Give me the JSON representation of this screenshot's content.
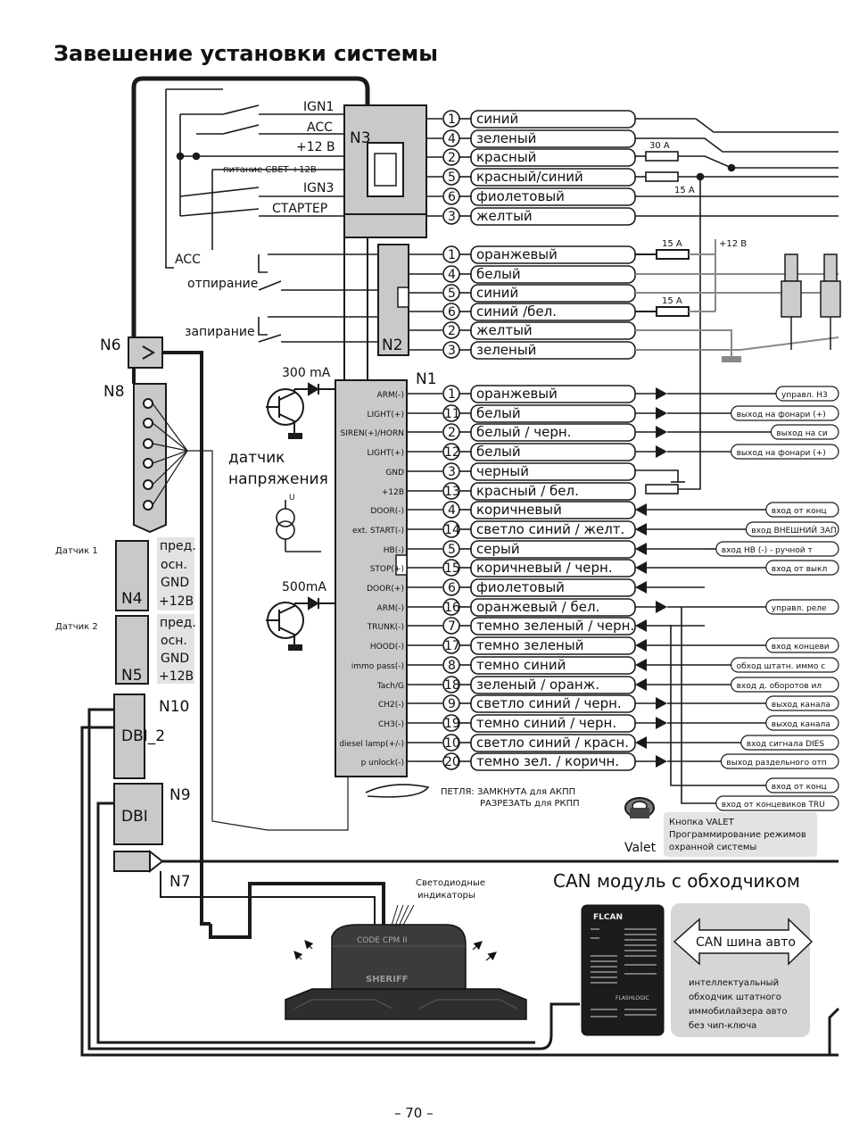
{
  "title": "Завешение установки системы",
  "page_number": "– 70 –",
  "colors": {
    "gray_box": "#c9c9c9",
    "dark": "#1a1a1a",
    "light_gray": "#e3e3e3"
  },
  "n3": {
    "name": "N3",
    "left_labels": [
      "IGN1",
      "ACC",
      "+12 B",
      "питание СВЕТ +12В",
      "IGN3",
      "СТАРТЕР"
    ],
    "pins": [
      "1",
      "4",
      "2",
      "5",
      "6",
      "3"
    ],
    "wires": [
      "синий",
      "зеленый",
      "красный",
      "красный/синий",
      "фиолетовый",
      "желтый"
    ],
    "fuse_30": "30 A",
    "fuse_15": "15 A"
  },
  "n2": {
    "name": "N2",
    "left_labels": [
      "ACC",
      "отпирание",
      "запирание"
    ],
    "pins": [
      "1",
      "4",
      "5",
      "6",
      "2",
      "3"
    ],
    "wires": [
      "оранжевый",
      "белый",
      "синий",
      "синий /бел.",
      "желтый",
      "зеленый"
    ],
    "fuse_a": "15 A",
    "fuse_b": "15 A",
    "plus12": "+12 B"
  },
  "n1": {
    "name": "N1",
    "current_300": "300 mA",
    "current_500": "500mA",
    "sensor_label_1": "датчик",
    "sensor_label_2": "напряжения",
    "sensor_u": "U",
    "rows": [
      {
        "pin_label": "ARM(-)",
        "pin": "1",
        "wire": "оранжевый",
        "right": "управл. Н3"
      },
      {
        "pin_label": "LIGHT(+)",
        "pin": "11",
        "wire": "белый",
        "right": "выход на фонари (+)"
      },
      {
        "pin_label": "SIREN(+)/HORN",
        "pin": "2",
        "wire": "белый / черн.",
        "right": "выход на си"
      },
      {
        "pin_label": "LIGHT(+)",
        "pin": "12",
        "wire": "белый",
        "right": "выход на фонари (+)"
      },
      {
        "pin_label": "GND",
        "pin": "3",
        "wire": "черный",
        "right": ""
      },
      {
        "pin_label": "+12B",
        "pin": "13",
        "wire": "красный / бел.",
        "right": ""
      },
      {
        "pin_label": "DOOR(-)",
        "pin": "4",
        "wire": "коричневый",
        "right": "вход от конц"
      },
      {
        "pin_label": "ext. START(-)",
        "pin": "14",
        "wire": "светло синий / желт.",
        "right": "вход ВНЕШНИЙ ЗАП"
      },
      {
        "pin_label": "HB(-)",
        "pin": "5",
        "wire": "серый",
        "right": "вход НВ (-) - ручной т"
      },
      {
        "pin_label": "STOP(+)",
        "pin": "15",
        "wire": "коричневый / черн.",
        "right": "вход от выкл"
      },
      {
        "pin_label": "DOOR(+)",
        "pin": "6",
        "wire": "фиолетовый",
        "right": ""
      },
      {
        "pin_label": "ARM(-)",
        "pin": "16",
        "wire": "оранжевый / бел.",
        "right": "управл. реле"
      },
      {
        "pin_label": "TRUNK(-)",
        "pin": "7",
        "wire": "темно зеленый / черн.",
        "right": ""
      },
      {
        "pin_label": "HOOD(-)",
        "pin": "17",
        "wire": "темно зеленый",
        "right": "вход концеви"
      },
      {
        "pin_label": "immo pass(-)",
        "pin": "8",
        "wire": "темно синий",
        "right": "обход штатн. иммо с"
      },
      {
        "pin_label": "Tach/G",
        "pin": "18",
        "wire": "зеленый / оранж.",
        "right": "вход д. оборотов ил"
      },
      {
        "pin_label": "CH2(-)",
        "pin": "9",
        "wire": "светло синий / черн.",
        "right": "выход канала"
      },
      {
        "pin_label": "CH3(-)",
        "pin": "19",
        "wire": "темно синий / черн.",
        "right": "выход канала"
      },
      {
        "pin_label": "diesel lamp(+/-)",
        "pin": "10",
        "wire": "светло синий / красн.",
        "right": "вход сигнала DIES"
      },
      {
        "pin_label": "p unlock(-)",
        "pin": "20",
        "wire": "темно зел. / коричн.",
        "right": "выход раздельного отп"
      }
    ],
    "extra_right_1": "вход от конц",
    "extra_right_2": "вход от концевиков TRU"
  },
  "loop_text_1": "ПЕТЛЯ: ЗАМКНУТА для АКПП",
  "loop_text_2": "РАЗРЕЗАТЬ для РКПП",
  "valet": {
    "label": "Valet",
    "line1": "Кнопка VALET",
    "line2": "Программирование режимов",
    "line3": "охранной системы"
  },
  "left_connectors": {
    "n6": "N6",
    "n8": "N8",
    "n4": "N4",
    "n5": "N5",
    "n10": "N10",
    "n9": "N9",
    "n7": "N7",
    "dbi2": "DBI_2",
    "dbi": "DBI",
    "sensor1": "Датчик 1",
    "sensor2": "Датчик 2",
    "n4_pins": [
      "пред.",
      "осн.",
      "GND",
      "+12В"
    ],
    "n5_pins": [
      "пред.",
      "осн.",
      "GND",
      "+12В"
    ]
  },
  "led_label_1": "Светодиодные",
  "led_label_2": "индикаторы",
  "module_label": "SHERIFF",
  "module_code": "CODE CPM II",
  "can": {
    "title": "CAN модуль с обходчиком",
    "device_name": "FLCAN",
    "device_brand": "FLASHLOGIC",
    "arrow_label": "CAN шина авто",
    "desc": [
      "интеллектуальный",
      "обходчик штатного",
      "иммобилайзера авто",
      "без чип-ключа"
    ]
  }
}
